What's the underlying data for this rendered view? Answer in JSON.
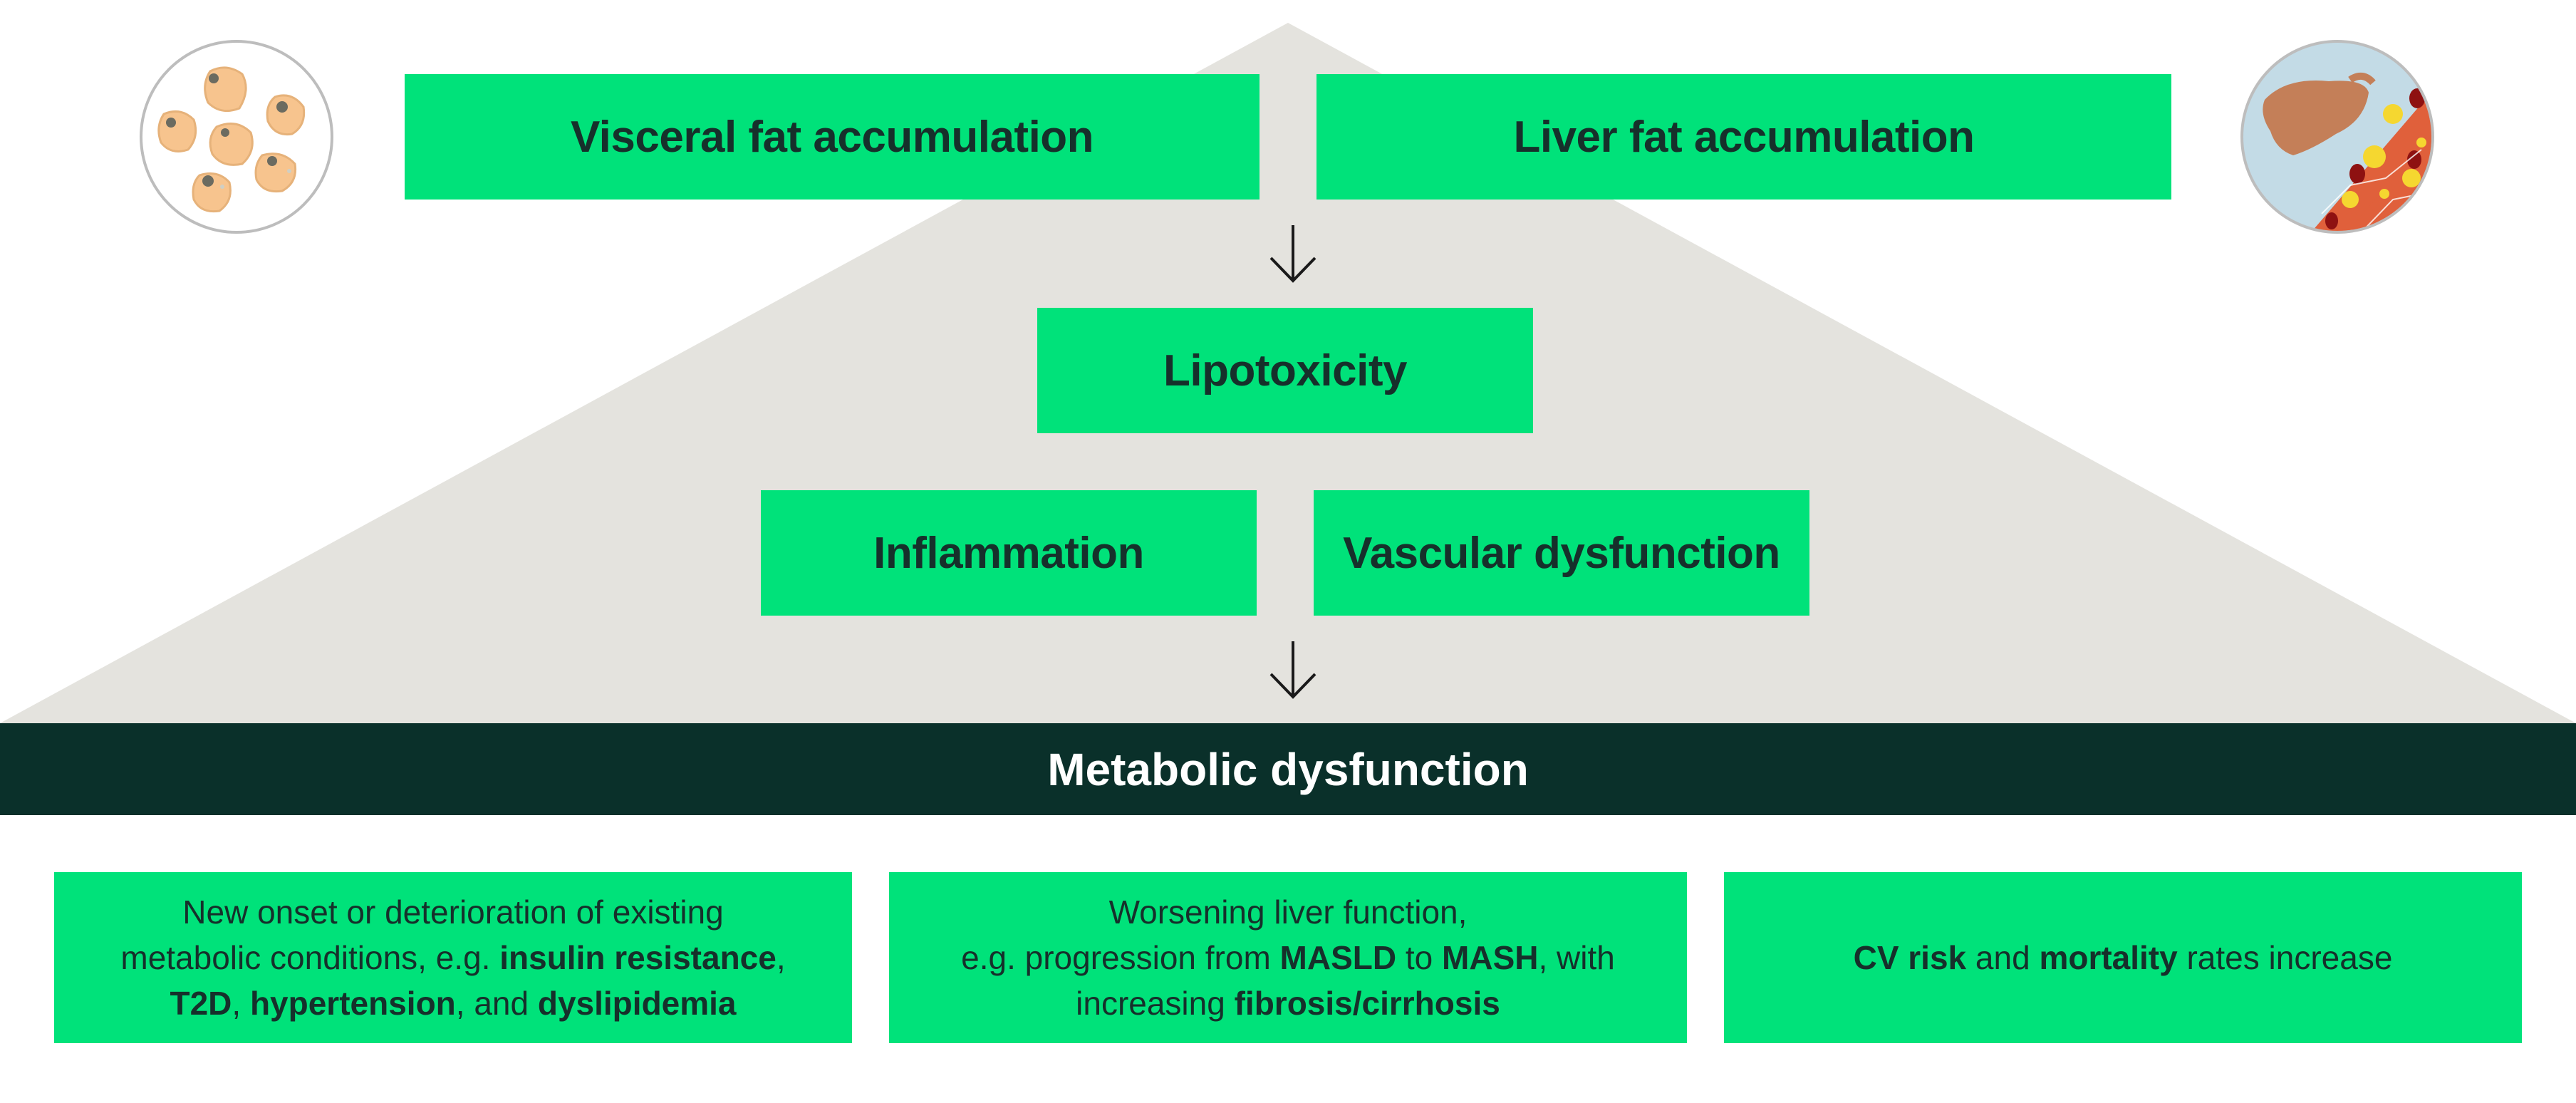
{
  "boxes": {
    "visceral": "Visceral fat accumulation",
    "liver": "Liver fat accumulation",
    "lipotoxicity": "Lipotoxicity",
    "inflammation": "Inflammation",
    "vascular": "Vascular dysfunction"
  },
  "band": "Metabolic dysfunction",
  "outcomes": [
    {
      "lines": [
        [
          {
            "t": "New onset or deterioration of existing",
            "b": false
          }
        ],
        [
          {
            "t": "metabolic conditions, e.g. ",
            "b": false
          },
          {
            "t": "insulin resistance",
            "b": true
          },
          {
            "t": ",",
            "b": false
          }
        ],
        [
          {
            "t": "T2D",
            "b": true
          },
          {
            "t": ", ",
            "b": false
          },
          {
            "t": "hypertension",
            "b": true
          },
          {
            "t": ", and ",
            "b": false
          },
          {
            "t": "dyslipidemia",
            "b": true
          }
        ]
      ]
    },
    {
      "lines": [
        [
          {
            "t": "Worsening liver function,",
            "b": false
          }
        ],
        [
          {
            "t": "e.g. progression from ",
            "b": false
          },
          {
            "t": "MASLD",
            "b": true
          },
          {
            "t": " to ",
            "b": false
          },
          {
            "t": "MASH",
            "b": true
          },
          {
            "t": ", with",
            "b": false
          }
        ],
        [
          {
            "t": "increasing ",
            "b": false
          },
          {
            "t": "fibrosis/cirrhosis",
            "b": true
          }
        ]
      ]
    },
    {
      "lines": [
        [
          {
            "t": "CV risk",
            "b": true
          },
          {
            "t": " and ",
            "b": false
          },
          {
            "t": "mortality",
            "b": true
          },
          {
            "t": " rates increase",
            "b": false
          }
        ]
      ]
    }
  ],
  "icons": {
    "left": "adipocyte-cells-icon",
    "right": "fatty-liver-icon"
  },
  "colors": {
    "box": "#00e27a",
    "band": "#0a302a",
    "triangle": "#e4e3de",
    "text": "#16302b"
  }
}
